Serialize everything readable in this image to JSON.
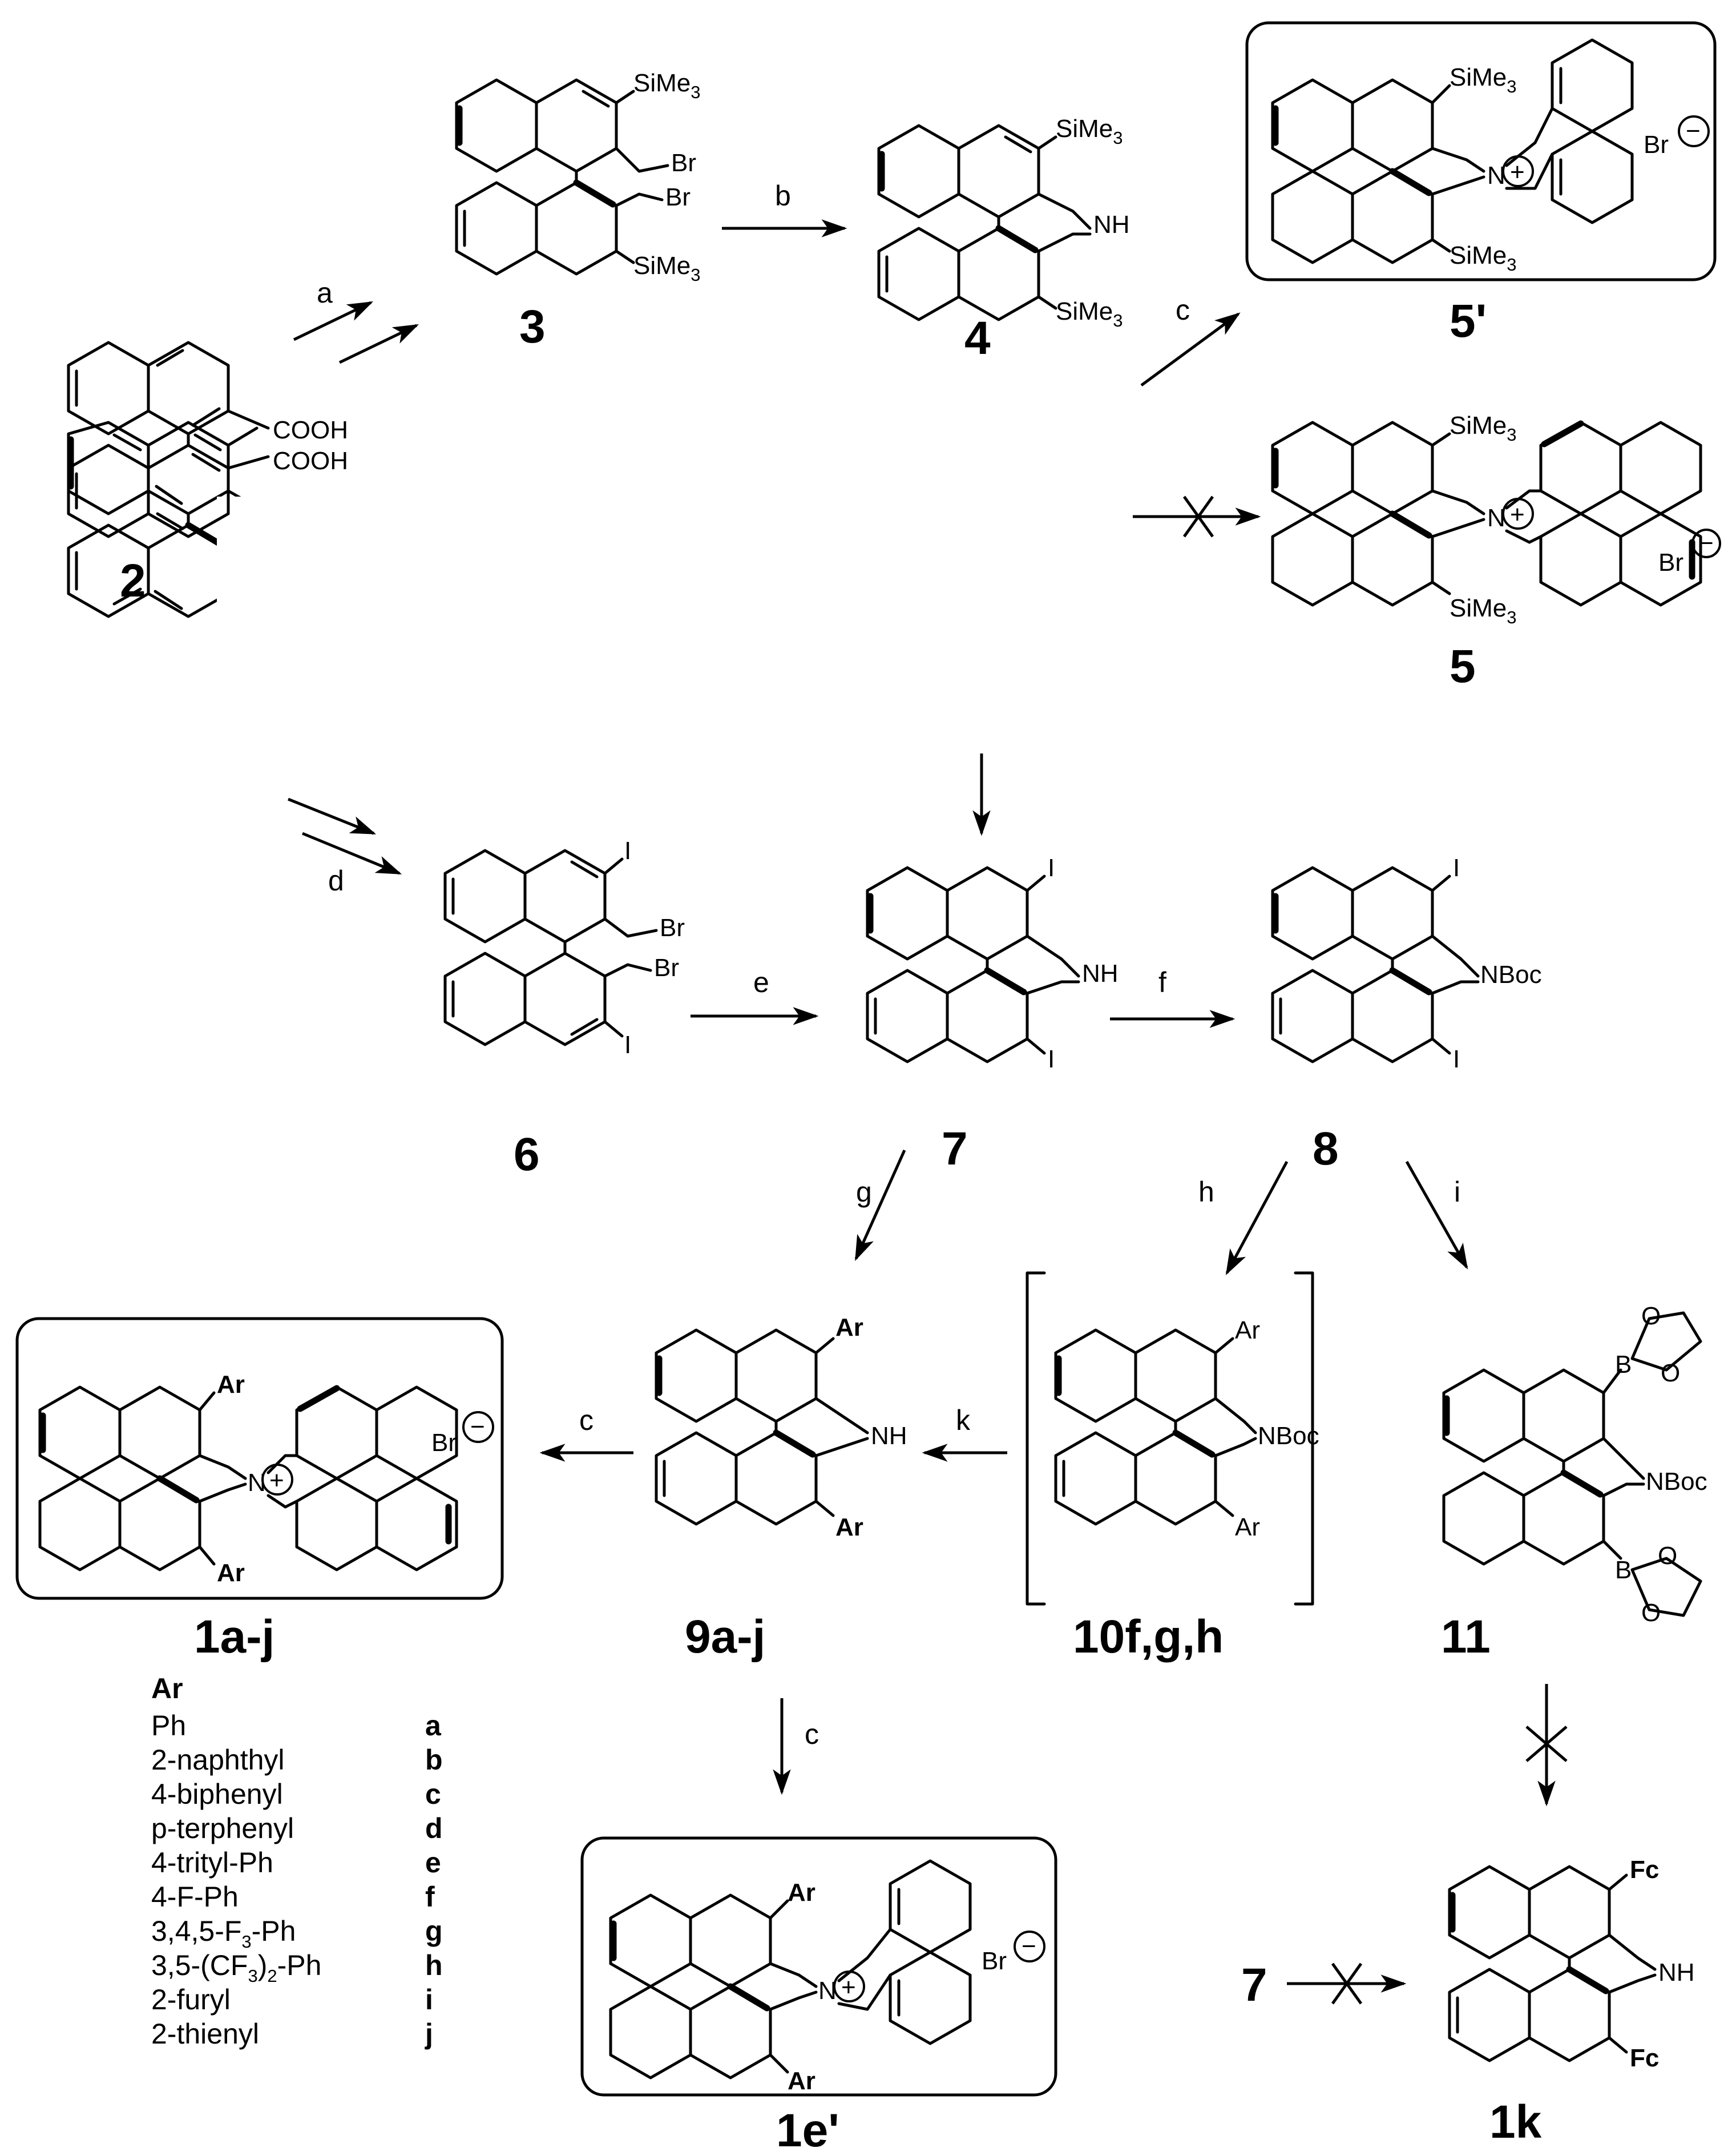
{
  "compounds": {
    "c2": "2",
    "c3": "3",
    "c4": "4",
    "c5": "5",
    "c5p": "5'",
    "c6": "6",
    "c7": "7",
    "c8": "8",
    "c9": "9a-j",
    "c10": "10f,g,h",
    "c11": "11",
    "c1": "1a-j",
    "c1e": "1e'",
    "c1k": "1k",
    "c7b": "7"
  },
  "reagents": {
    "a": "a",
    "b": "b",
    "c": "c",
    "d": "d",
    "e": "e",
    "f": "f",
    "g": "g",
    "h": "h",
    "i": "i",
    "k": "k"
  },
  "labels": {
    "cooh": "COOH",
    "sime3": "SiMe",
    "sub3": "3",
    "br": "Br",
    "nh": "NH",
    "n": "N",
    "nboc": "NBoc",
    "i": "I",
    "ar": "Ar",
    "fc": "Fc",
    "b": "B",
    "o": "O",
    "brminus": "Br",
    "plus": "+",
    "minus": "−"
  },
  "table": {
    "header": "Ar",
    "rows": [
      {
        "name": "Ph",
        "code": "a"
      },
      {
        "name": "2-naphthyl",
        "code": "b"
      },
      {
        "name": "4-biphenyl",
        "code": "c"
      },
      {
        "name": "p-terphenyl",
        "code": "d"
      },
      {
        "name": "4-trityl-Ph",
        "code": "e"
      },
      {
        "name": "4-F-Ph",
        "code": "f"
      },
      {
        "name": "3,4,5-F",
        "sub": "3",
        "tail": "-Ph",
        "code": "g"
      },
      {
        "name": "3,5-(CF",
        "sub": "3",
        "tail": ")",
        "sub2": "2",
        "tail2": "-Ph",
        "code": "h"
      },
      {
        "name": "2-furyl",
        "code": "i"
      },
      {
        "name": "2-thienyl",
        "code": "j"
      }
    ]
  }
}
